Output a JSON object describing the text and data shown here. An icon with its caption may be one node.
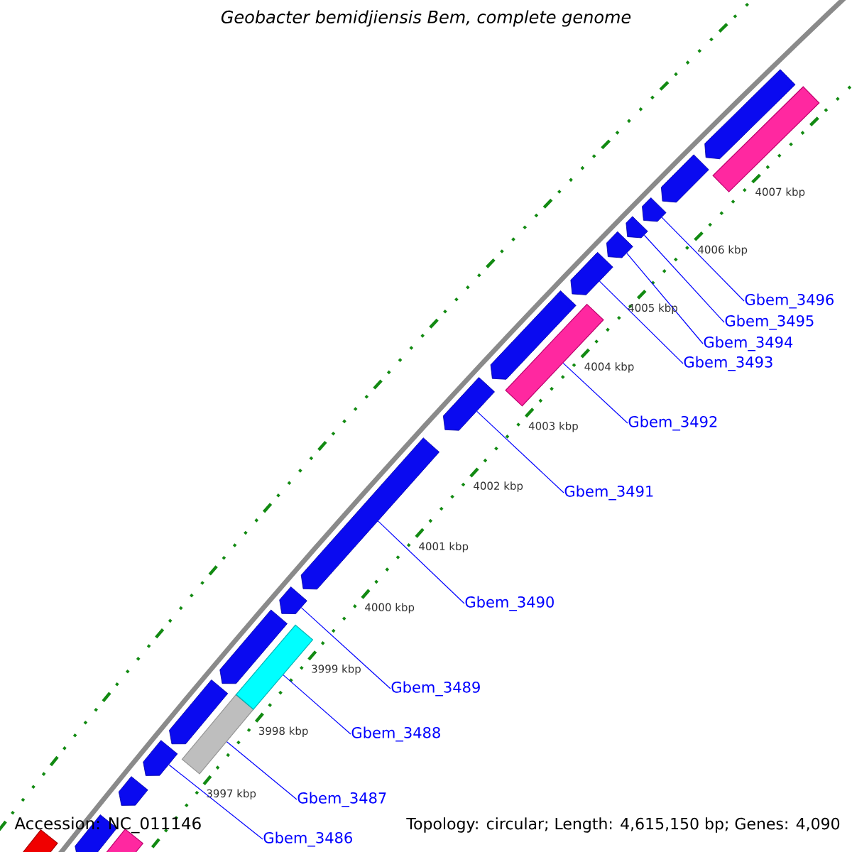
{
  "diagram": {
    "title": "Geobacter bemidjiensis Bem, complete genome",
    "nodes": [
      {
        "text": [
          "Gbem_3486"
        ]
      },
      {
        "text": [
          "Gbem_3487"
        ]
      },
      {
        "text": [
          "Gbem_3488"
        ]
      },
      {
        "text": [
          "Gbem_3489"
        ]
      },
      {
        "text": [
          "Gbem_3490"
        ]
      },
      {
        "text": [
          "Gbem_3491"
        ]
      },
      {
        "text": [
          "Gbem_3492"
        ]
      },
      {
        "text": [
          "Gbem_3493"
        ]
      },
      {
        "text": [
          "Gbem_3494"
        ]
      },
      {
        "text": [
          "Gbem_3495"
        ]
      },
      {
        "text": [
          "Gbem_3496"
        ]
      },
      {
        "text": [],
        "shape": "arrow"
      },
      {
        "text": [],
        "shape": "bar"
      },
      {
        "text": [],
        "shape": "bar"
      },
      {
        "text": [],
        "shape": "arrow"
      },
      {
        "text": [],
        "shape": "arrow"
      },
      {
        "text": [],
        "shape": "arrow"
      },
      {
        "text": [],
        "shape": "bar"
      },
      {
        "text": [],
        "shape": "arrow"
      },
      {
        "text": [],
        "shape": "arrow"
      },
      {
        "text": [],
        "shape": "arrow"
      },
      {
        "text": [],
        "shape": "arrow"
      },
      {
        "text": [],
        "shape": "arrow"
      },
      {
        "text": [],
        "shape": "arrow"
      },
      {
        "text": [],
        "shape": "arrow"
      },
      {
        "text": [],
        "shape": "arrow"
      },
      {
        "text": [],
        "shape": "arrow"
      },
      {
        "text": [],
        "shape": "arrow"
      },
      {
        "text": [],
        "shape": "arrow"
      },
      {
        "text": [],
        "shape": "bar"
      },
      {
        "text": [],
        "shape": "bar"
      },
      {
        "text": [],
        "shape": "bar"
      }
    ],
    "edges": [
      {
        "from": 0,
        "to": 11,
        "arrow": "none"
      },
      {
        "from": 1,
        "to": 12,
        "arrow": "none"
      },
      {
        "from": 2,
        "to": 13,
        "arrow": "none"
      },
      {
        "from": 3,
        "to": 14,
        "arrow": "none"
      },
      {
        "from": 4,
        "to": 15,
        "arrow": "none"
      },
      {
        "from": 5,
        "to": 16,
        "arrow": "none"
      },
      {
        "from": 6,
        "to": 17,
        "arrow": "none"
      },
      {
        "from": 7,
        "to": 18,
        "arrow": "none"
      },
      {
        "from": 8,
        "to": 19,
        "arrow": "none"
      },
      {
        "from": 9,
        "to": 20,
        "arrow": "none"
      },
      {
        "from": 10,
        "to": 21,
        "arrow": "none"
      }
    ],
    "labels": [
      "4007 kbp",
      "4006 kbp",
      "4005 kbp",
      "4004 kbp",
      "4003 kbp",
      "4002 kbp",
      "4001 kbp",
      "4000 kbp",
      "3999 kbp",
      "3998 kbp",
      "3997 kbp",
      "Accession: NC_011146",
      "Topology: circular; Length: 4,615,150 bp; Genes: 4,090"
    ]
  }
}
